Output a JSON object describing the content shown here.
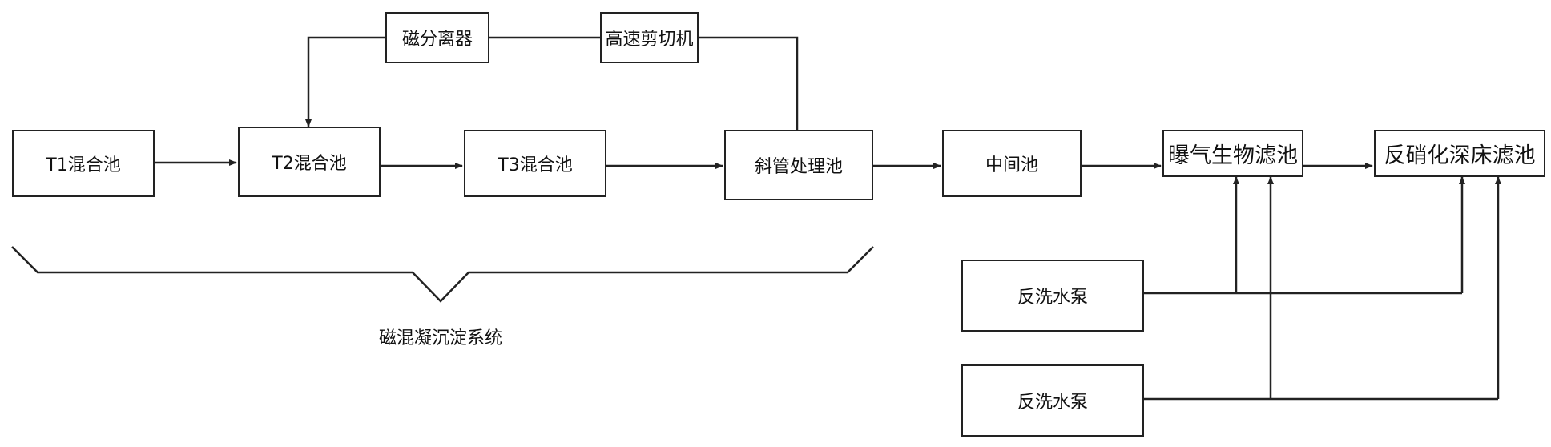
{
  "diagram": {
    "nodes": {
      "t1": "T1混合池",
      "t2": "T2混合池",
      "t3": "T3混合池",
      "inclined": "斜管处理池",
      "magnetic_separator": "磁分离器",
      "shear": "高速剪切机",
      "intermediate": "中间池",
      "baf": "曝气生物滤池",
      "denitrification": "反硝化深床滤池",
      "pump1": "反洗水泵",
      "pump2": "反洗水泵"
    },
    "group_label": "磁混凝沉淀系统"
  }
}
